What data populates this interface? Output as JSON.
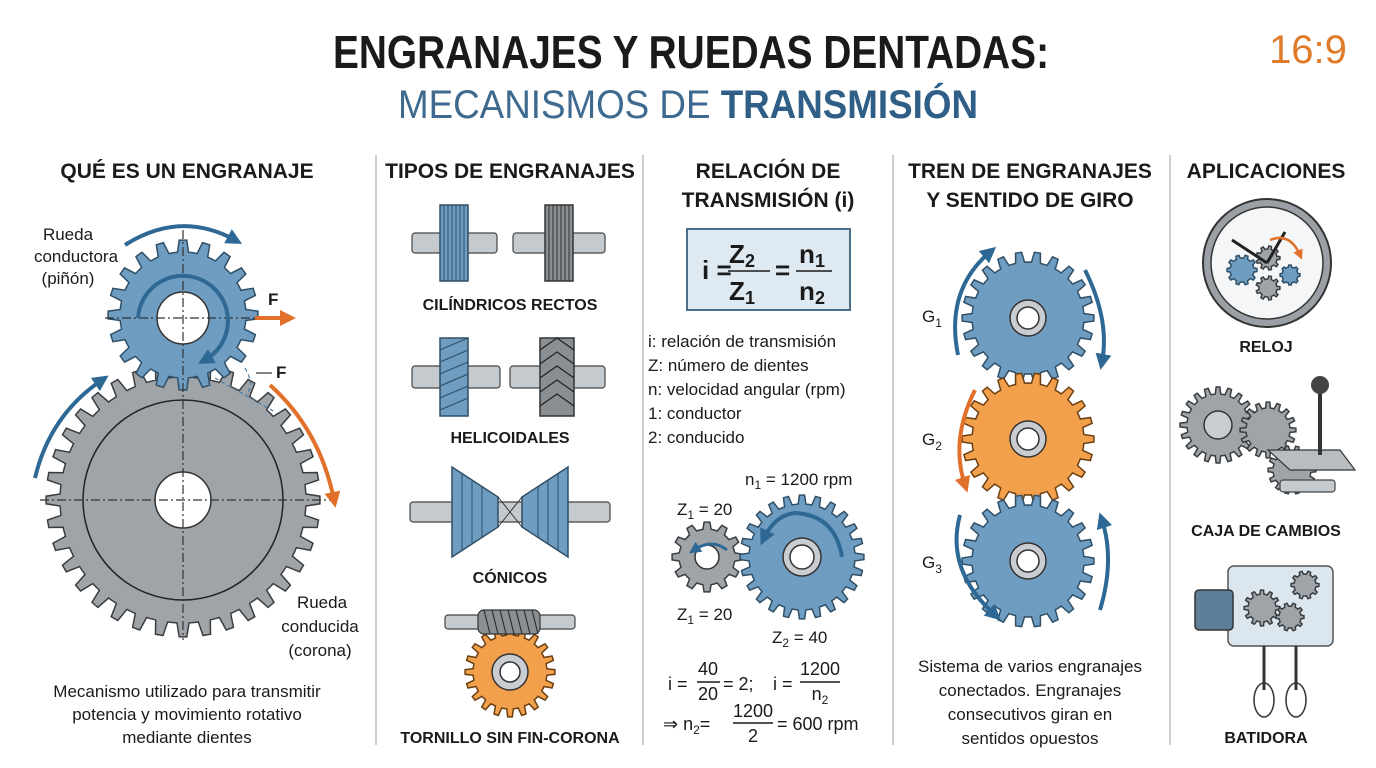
{
  "title": {
    "line1": "ENGRANAJES Y RUEDAS DENTADAS:",
    "line2_regular": "MECANISMOS DE ",
    "line2_bold": "TRANSMISIÓN",
    "aspect_badge": "16:9"
  },
  "colors": {
    "accent_blue": "#3d6a8e",
    "accent_orange": "#e07b2a",
    "gear_blue": "#6f9dc2",
    "gear_gray": "#9fa4a9",
    "gear_orange": "#f2a04c"
  },
  "col1": {
    "header": "QUÉ ES UN ENGRANAJE",
    "driver_label": [
      "Rueda",
      "conductora",
      "(piñón)"
    ],
    "driven_label": [
      "Rueda",
      "conducida",
      "(corona)"
    ],
    "force_label": "F",
    "force_label2": "F",
    "description": [
      "Mecanismo utilizado para transmitir",
      "potencia y movimiento rotativo",
      "mediante dientes"
    ]
  },
  "col2": {
    "header": "TIPOS DE ENGRANAJES",
    "types": [
      "CILÍNDRICOS RECTOS",
      "HELICOIDALES",
      "CÓNICOS",
      "TORNILLO SIN FIN-CORONA"
    ]
  },
  "col3": {
    "header": [
      "RELACIÓN DE",
      "TRANSMISIÓN (i)"
    ],
    "formula": {
      "i": "i =",
      "num1": "Z",
      "num1_sub": "2",
      "den1": "Z",
      "den1_sub": "1",
      "eq": "=",
      "num2": "n",
      "num2_sub": "1",
      "den2": "n",
      "den2_sub": "2"
    },
    "legend": [
      "i: relación de transmisión",
      "Z: número de dientes",
      "n: velocidad angular (rpm)",
      "1: conductor",
      "2: conducido"
    ],
    "example": {
      "n1": "n",
      "n1_sub": "1",
      "n1_val": " = 1200 rpm",
      "z1_top": "Z",
      "z1_top_sub": "1",
      "z1_top_val": " = 20",
      "z1_bottom": "Z",
      "z1_bottom_sub": "1",
      "z1_bottom_val": " = 20",
      "z2": "Z",
      "z2_sub": "2",
      "z2_val": " = 40",
      "calc1_prefix": "i =",
      "calc1_num": "40",
      "calc1_den": "20",
      "calc1_result": "= 2;",
      "calc2_prefix": "i =",
      "calc2_num": "1200",
      "calc2_den": "n",
      "calc2_den_sub": "2",
      "calc3_prefix": "⇒ n",
      "calc3_prefix_sub": "2",
      "calc3_eq": "=",
      "calc3_num": "1200",
      "calc3_den": "2",
      "calc3_result": "= 600 rpm"
    }
  },
  "col4": {
    "header": [
      "TREN DE ENGRANAJES",
      "Y SENTIDO DE GIRO"
    ],
    "gears": [
      {
        "name": "G",
        "sub": "1"
      },
      {
        "name": "G",
        "sub": "2"
      },
      {
        "name": "G",
        "sub": "3"
      }
    ],
    "description": [
      "Sistema de varios engranajes",
      "conectados. Engranajes",
      "consecutivos giran en",
      "sentidos opuestos"
    ]
  },
  "col5": {
    "header": "APLICACIONES",
    "apps": [
      "RELOJ",
      "CAJA DE CAMBIOS",
      "BATIDORA"
    ]
  }
}
